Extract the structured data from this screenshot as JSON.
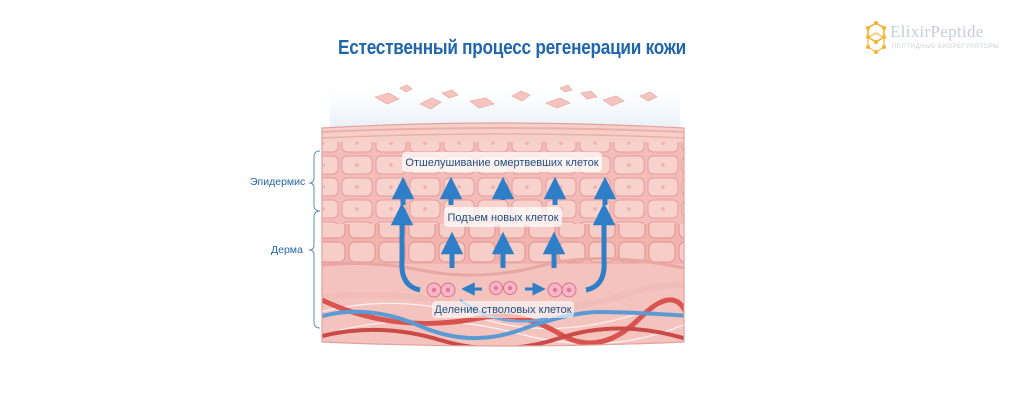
{
  "title": "Естественный процесс регенерации кожи",
  "logo": {
    "name": "ElixirPeptide",
    "tagline": "ПЕПТИДНЫЕ БИОРЕГУЛЯТОРЫ",
    "icon": "hexagon-molecule-icon",
    "color": "#f0b430"
  },
  "layers": {
    "epidermis": "Эпидермис",
    "dermis": "Дерма"
  },
  "labels": {
    "exfoliation": "Отшелушивание омертвевших клеток",
    "rise": "Подъем новых клеток",
    "division": "Деление стволовых клеток"
  },
  "colors": {
    "title": "#1f66ad",
    "arrow": "#2f7fc8",
    "skin": "#f2b8b5",
    "vessel_red": "#d9534f",
    "vessel_blue": "#5b9bd5"
  }
}
